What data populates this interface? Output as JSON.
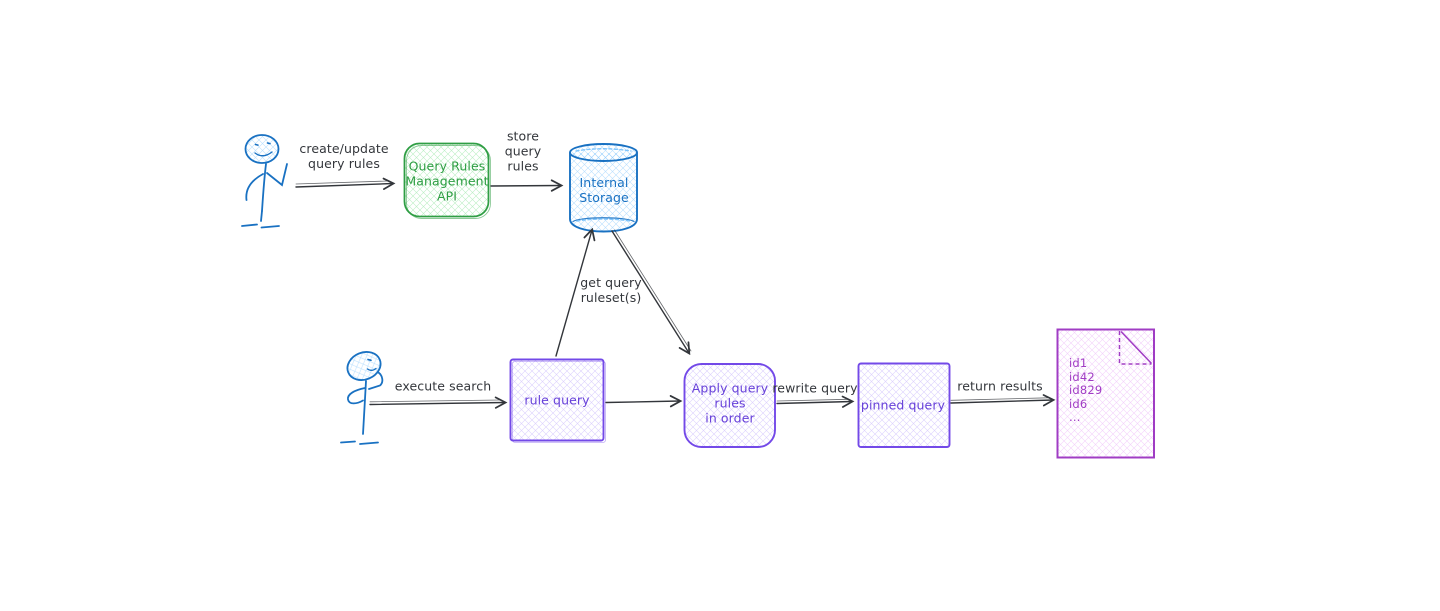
{
  "canvas": {
    "background": "#ffffff"
  },
  "palette": {
    "blue": "#1971c2",
    "green": "#2f9e44",
    "violet": "#6741d9",
    "violet_border": "#7349e8",
    "magenta": "#a03cc4",
    "ink": "#33363b"
  },
  "actors": {
    "admin": {
      "icon": "person-waving-icon"
    },
    "searcher": {
      "icon": "person-thinking-icon"
    }
  },
  "nodes": {
    "api": {
      "label": "Query Rules\nManagement\nAPI"
    },
    "storage": {
      "label": "Internal\nStorage"
    },
    "rule_query": {
      "label": "rule query"
    },
    "apply_rules": {
      "label": "Apply query\nrules\nin order"
    },
    "pinned_query": {
      "label": "pinned query"
    },
    "results": {
      "label": "id1\nid42\nid829\nid6\n..."
    }
  },
  "edges": {
    "create_update": {
      "label": "create/update\nquery rules"
    },
    "store": {
      "label": "store\nquery\nrules"
    },
    "get_ruleset": {
      "label": "get query\nruleset(s)"
    },
    "execute_search": {
      "label": "execute search"
    },
    "rewrite_query": {
      "label": "rewrite query"
    },
    "return_results": {
      "label": "return results"
    }
  }
}
